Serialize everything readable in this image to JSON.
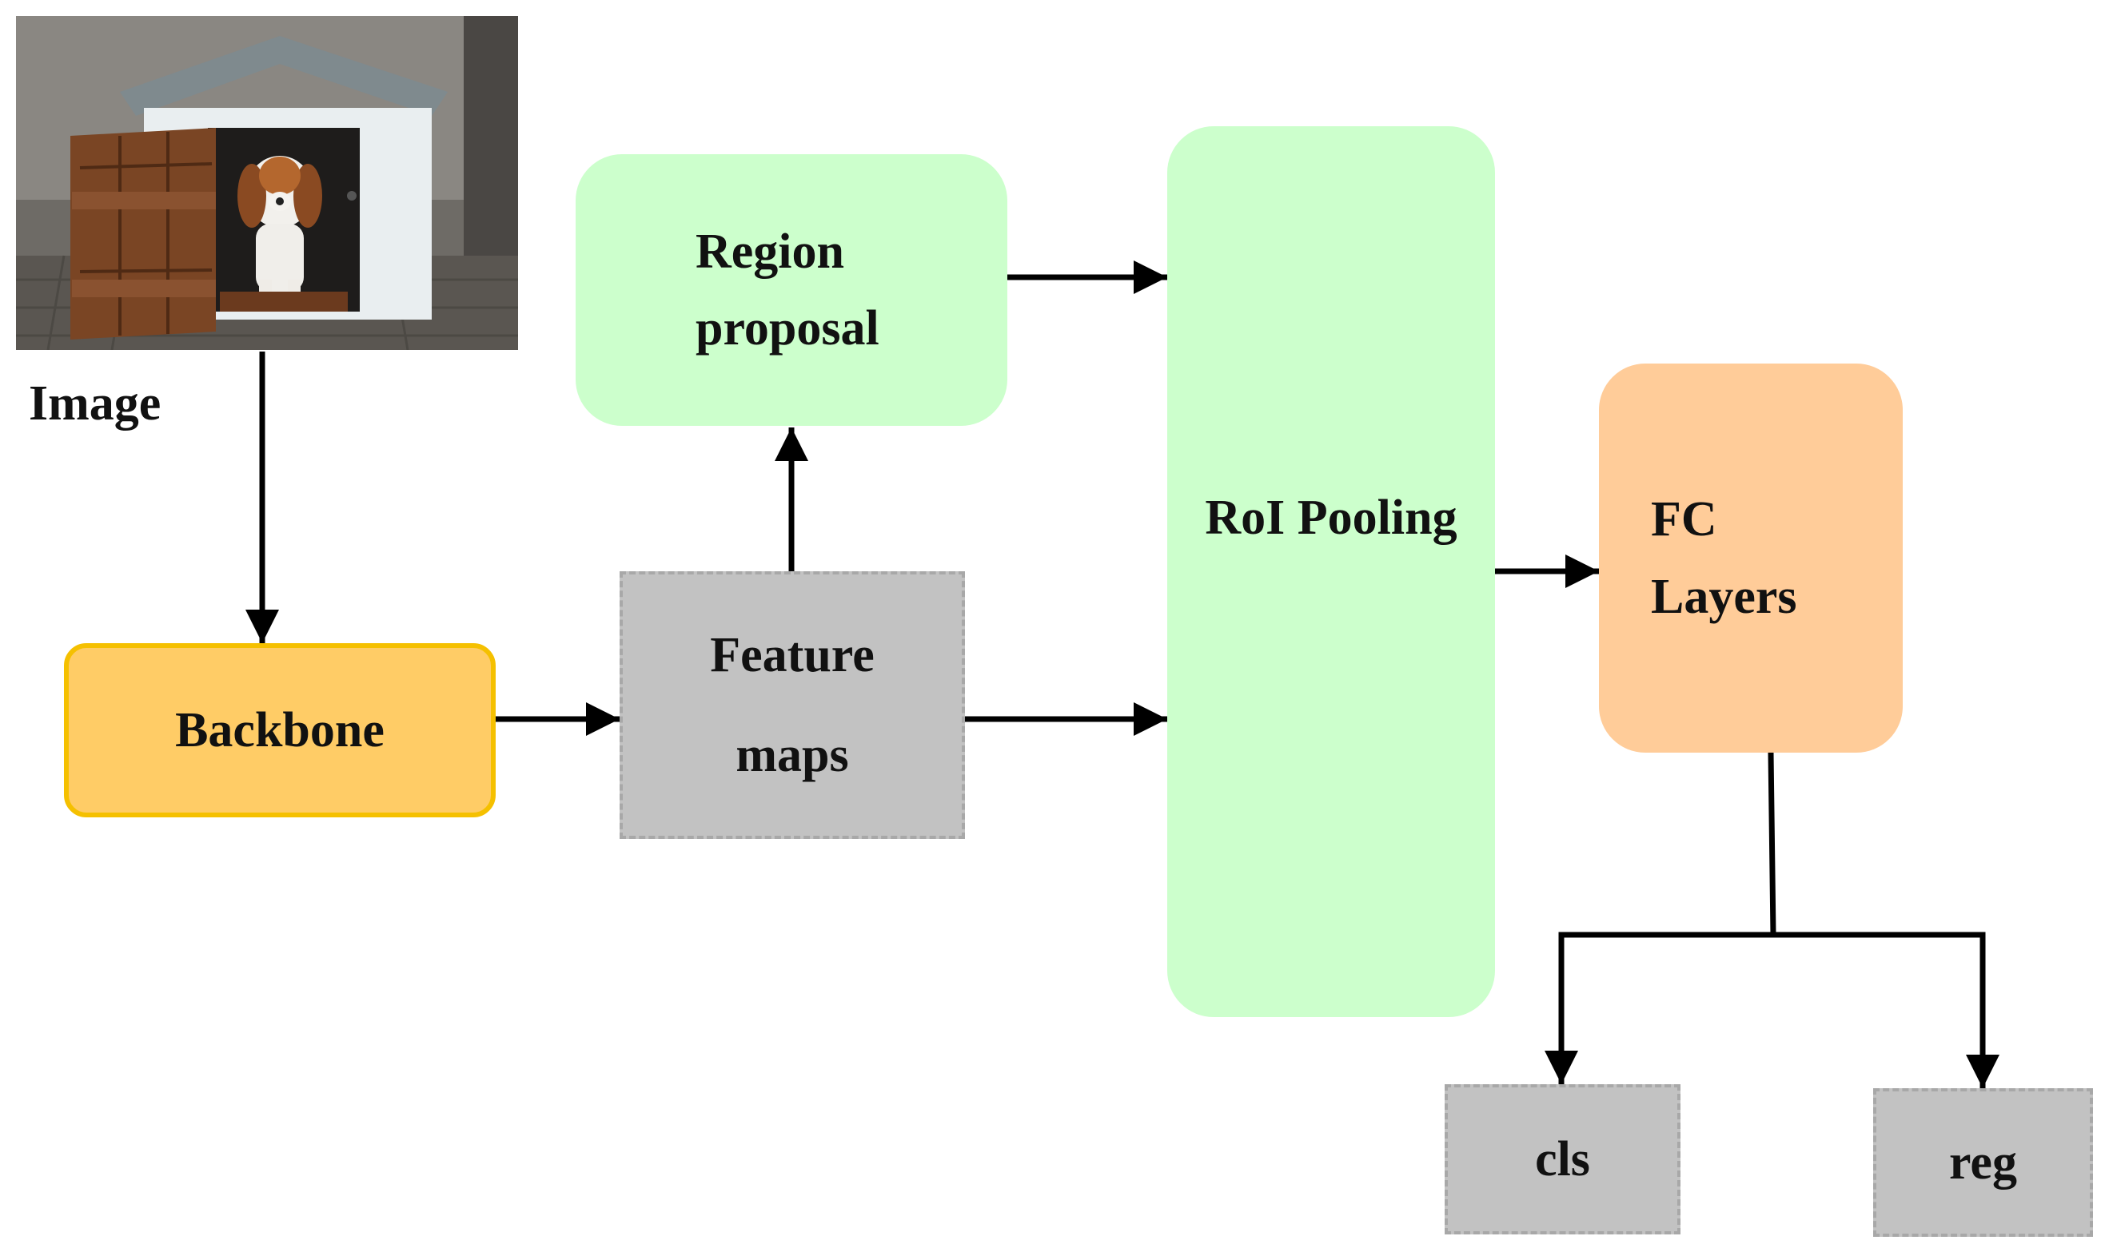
{
  "image": {
    "caption": "Image",
    "subject": "dog in a white doghouse with a wooden door"
  },
  "nodes": {
    "backbone": {
      "label": "Backbone",
      "fill": "#FFCC66",
      "border": "#F5C000"
    },
    "feature_maps": {
      "line1": "Feature",
      "line2": "maps",
      "fill": "#C2C2C2"
    },
    "region_proposal": {
      "line1": "Region",
      "line2": "proposal",
      "fill": "#CCFFCC"
    },
    "roi_pooling": {
      "label": "RoI Pooling",
      "fill": "#CCFFCC"
    },
    "fc_layers": {
      "line1": "FC",
      "line2": "Layers",
      "fill": "#FFCC99"
    },
    "cls": {
      "label": "cls",
      "fill": "#C2C2C2"
    },
    "reg": {
      "label": "reg",
      "fill": "#C2C2C2"
    }
  },
  "edges": [
    {
      "from": "image",
      "to": "backbone"
    },
    {
      "from": "backbone",
      "to": "feature_maps"
    },
    {
      "from": "feature_maps",
      "to": "region_proposal"
    },
    {
      "from": "region_proposal",
      "to": "roi_pooling"
    },
    {
      "from": "feature_maps",
      "to": "roi_pooling"
    },
    {
      "from": "roi_pooling",
      "to": "fc_layers"
    },
    {
      "from": "fc_layers",
      "to": "cls"
    },
    {
      "from": "fc_layers",
      "to": "reg"
    }
  ]
}
